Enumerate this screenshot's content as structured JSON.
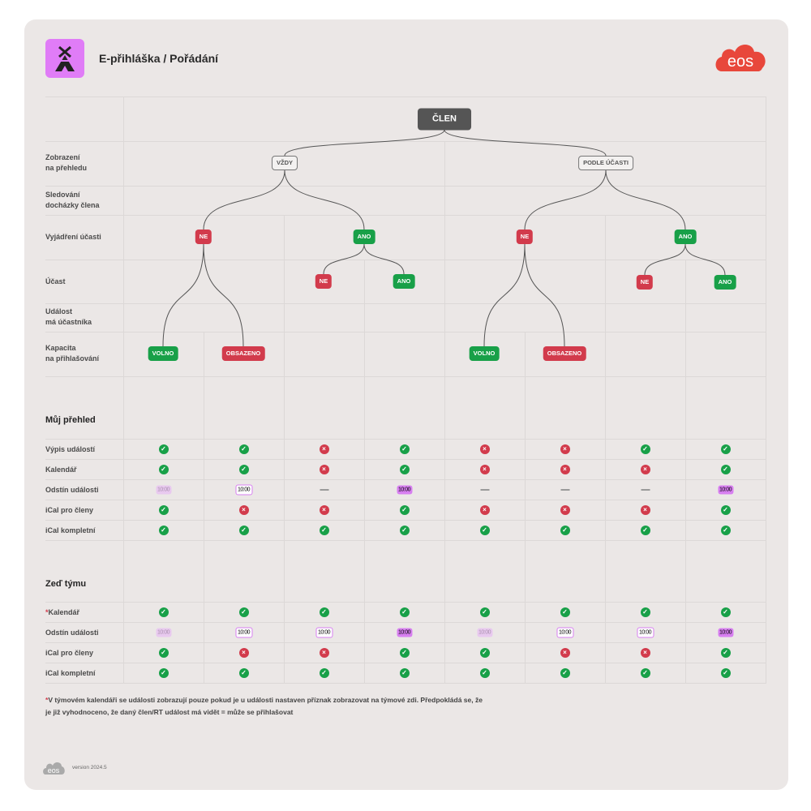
{
  "header": {
    "title": "E-přihláška / Pořádání",
    "logo_text": "eos"
  },
  "tree": {
    "row_labels": [
      "Zobrazení\nna přehledu",
      "Sledování\ndocházky člena",
      "Vyjádření účasti",
      "Účast",
      "Událost\nmá účastníka",
      "Kapacita\nna přihlašování"
    ],
    "nodes": [
      {
        "id": "root",
        "label": "ČLEN",
        "style": "root"
      },
      {
        "id": "vzdy",
        "label": "VŽDY",
        "style": "outline",
        "parent": "root"
      },
      {
        "id": "podle",
        "label": "PODLE ÚČASTI",
        "style": "outline",
        "parent": "root"
      },
      {
        "id": "ne1",
        "label": "NE",
        "style": "red",
        "parent": "vzdy"
      },
      {
        "id": "ano1",
        "label": "ANO",
        "style": "green",
        "parent": "vzdy"
      },
      {
        "id": "ne2",
        "label": "NE",
        "style": "red",
        "parent": "podle"
      },
      {
        "id": "ano2",
        "label": "ANO",
        "style": "green",
        "parent": "podle"
      },
      {
        "id": "ne1a",
        "label": "NE",
        "style": "red",
        "parent": "ano1"
      },
      {
        "id": "ano1a",
        "label": "ANO",
        "style": "green",
        "parent": "ano1"
      },
      {
        "id": "ne2a",
        "label": "NE",
        "style": "red",
        "parent": "ano2"
      },
      {
        "id": "ano2a",
        "label": "ANO",
        "style": "green",
        "parent": "ano2"
      },
      {
        "id": "volno1",
        "label": "VOLNO",
        "style": "green",
        "parent": "ne1"
      },
      {
        "id": "obs1",
        "label": "OBSAZENO",
        "style": "red",
        "parent": "ne1"
      },
      {
        "id": "volno2",
        "label": "VOLNO",
        "style": "green",
        "parent": "ne2"
      },
      {
        "id": "obs2",
        "label": "OBSAZENO",
        "style": "red",
        "parent": "ne2"
      }
    ]
  },
  "time_label": "10:00",
  "sections": [
    {
      "title": "Můj přehled",
      "rows": [
        {
          "label": "Výpis událostí",
          "values": [
            "yes",
            "yes",
            "no",
            "yes",
            "no",
            "no",
            "yes",
            "yes"
          ]
        },
        {
          "label": "Kalendář",
          "values": [
            "yes",
            "yes",
            "no",
            "yes",
            "no",
            "no",
            "no",
            "yes"
          ]
        },
        {
          "label": "Odstín události",
          "values": [
            "light",
            "outline",
            "none",
            "filled",
            "none",
            "none",
            "none",
            "filled"
          ]
        },
        {
          "label": "iCal pro členy",
          "values": [
            "yes",
            "no",
            "no",
            "yes",
            "no",
            "no",
            "no",
            "yes"
          ]
        },
        {
          "label": "iCal kompletní",
          "values": [
            "yes",
            "yes",
            "yes",
            "yes",
            "yes",
            "yes",
            "yes",
            "yes"
          ]
        }
      ]
    },
    {
      "title": "Zeď týmu",
      "rows": [
        {
          "label": "Kalendář",
          "star": "*",
          "values": [
            "yes",
            "yes",
            "yes",
            "yes",
            "yes",
            "yes",
            "yes",
            "yes"
          ]
        },
        {
          "label": "Odstín události",
          "values": [
            "light",
            "outline",
            "outline",
            "filled",
            "light",
            "outline",
            "outline",
            "filled"
          ]
        },
        {
          "label": "iCal pro členy",
          "values": [
            "yes",
            "no",
            "no",
            "yes",
            "yes",
            "no",
            "no",
            "yes"
          ]
        },
        {
          "label": "iCal kompletní",
          "values": [
            "yes",
            "yes",
            "yes",
            "yes",
            "yes",
            "yes",
            "yes",
            "yes"
          ]
        }
      ]
    }
  ],
  "footnote": {
    "star": "*",
    "text": "V týmovém kalendáři se události zobrazují pouze pokud je u události nastaven příznak zobrazovat na týmové zdi. Předpokládá se, že je již vyhodnoceno, že daný člen/RT událost má vidět = může se přihlašovat"
  },
  "footer": {
    "logo_text": "eos",
    "version": "version 2024.5"
  },
  "colors": {
    "green": "#18a048",
    "red": "#d23b4c",
    "accent": "#e07cf7",
    "logo": "#e8473b"
  }
}
